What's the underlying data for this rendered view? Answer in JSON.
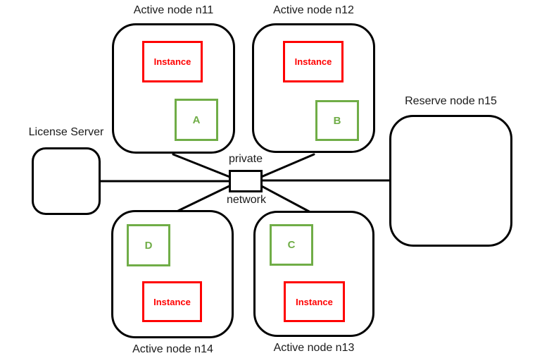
{
  "colors": {
    "instance_border": "#ff0000",
    "vm_border": "#70ad47",
    "node_border": "#000000",
    "line": "#000000"
  },
  "active_nodes": [
    {
      "id": "n11",
      "label": "Active node n11",
      "instance_label": "Instance",
      "vm_label": "A"
    },
    {
      "id": "n12",
      "label": "Active node n12",
      "instance_label": "Instance",
      "vm_label": "B"
    },
    {
      "id": "n13",
      "label": "Active node n13",
      "instance_label": "Instance",
      "vm_label": "C"
    },
    {
      "id": "n14",
      "label": "Active node n14",
      "instance_label": "Instance",
      "vm_label": "D"
    }
  ],
  "reserve_node": {
    "label": "Reserve node n15"
  },
  "license_server": {
    "label": "License Server"
  },
  "network": {
    "label_top": "private",
    "label_bottom": "network"
  }
}
